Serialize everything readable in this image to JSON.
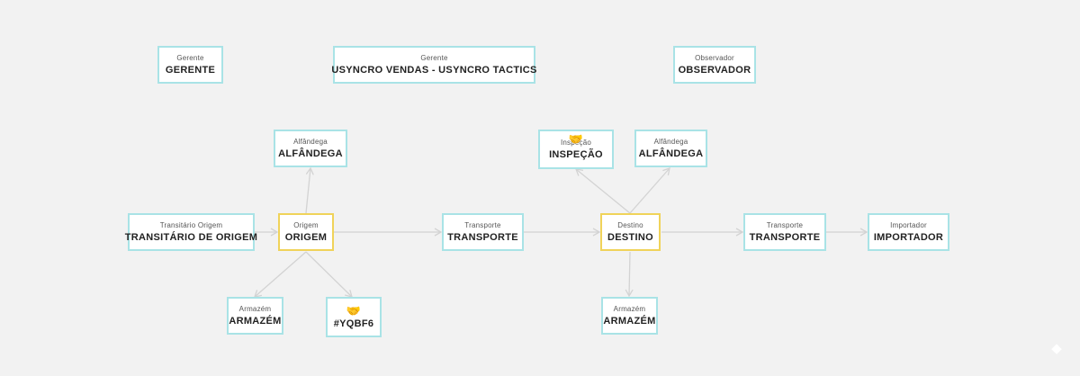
{
  "nodes": {
    "gerente1": {
      "role": "Gerente",
      "name": "GERENTE"
    },
    "gerente2": {
      "role": "Gerente",
      "name": "USYNCRO VENDAS - USYNCRO TACTICS"
    },
    "observador": {
      "role": "Observador",
      "name": "OBSERVADOR"
    },
    "alfandega1": {
      "role": "Alfândega",
      "name": "ALFÂNDEGA"
    },
    "transitario": {
      "role": "Transitário Origem",
      "name": "TRANSITÁRIO DE ORIGEM"
    },
    "origem": {
      "role": "Origem",
      "name": "ORIGEM"
    },
    "transporte1": {
      "role": "Transporte",
      "name": "TRANSPORTE"
    },
    "armazem1": {
      "role": "Armazém",
      "name": "ARMAZÉM"
    },
    "yqbf6": {
      "icon": "handshake-icon",
      "name": "#YQBF6"
    },
    "inspecao": {
      "role": "Inspeção",
      "name": "INSPEÇÃO",
      "icon": "handshake-icon"
    },
    "alfandega2": {
      "role": "Alfândega",
      "name": "ALFÂNDEGA"
    },
    "destino": {
      "role": "Destino",
      "name": "DESTINO"
    },
    "transporte2": {
      "role": "Transporte",
      "name": "TRANSPORTE"
    },
    "importador": {
      "role": "Importador",
      "name": "IMPORTADOR"
    },
    "armazem2": {
      "role": "Armazém",
      "name": "ARMAZÉM"
    }
  },
  "colors": {
    "background": "#f2f2f2",
    "node_border": "#a9e3e6",
    "highlight_border": "#f0d35a",
    "edge": "#d3d3d3",
    "icon": "#e0a92a"
  }
}
